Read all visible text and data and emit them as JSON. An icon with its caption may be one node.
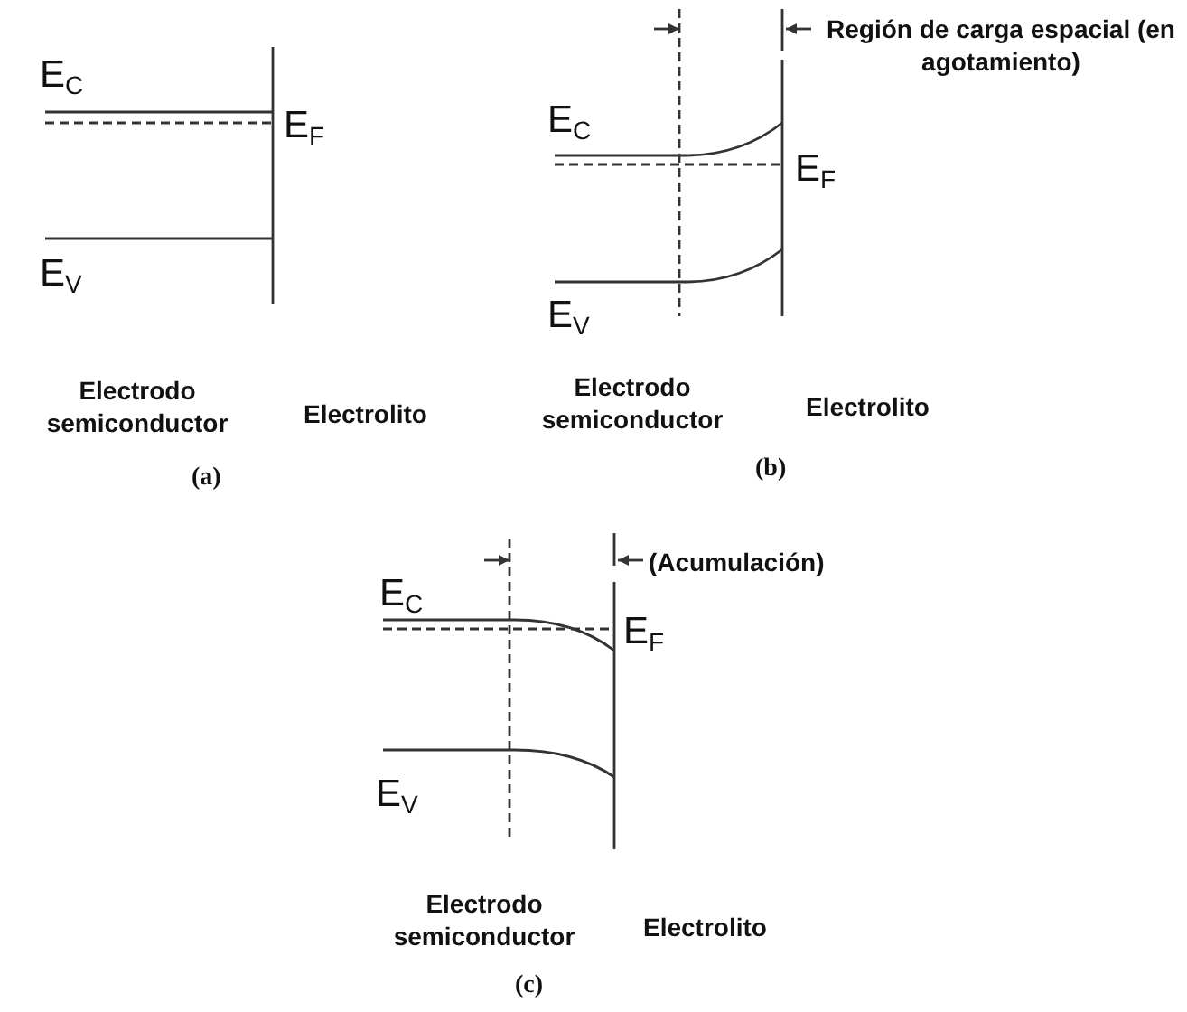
{
  "diagram": {
    "labels": [
      "E$_{C}$",
      "E$_{F}$",
      "E$_{V}$",
      "Electrodo semiconductor",
      "Electrolito",
      "(a)",
      "Región de carga espacial (en agotamiento)",
      "E$_{C}$",
      "E$_{F}$",
      "E$_{V}$",
      "Electrodo semiconductor",
      "Electrolito",
      "(b)",
      "(Acumulación)",
      "E$_{C}$",
      "E$_{F}$",
      "E$_{V}$",
      "Electrodo semiconductor",
      "Electrolito",
      "(c)"
    ]
  }
}
